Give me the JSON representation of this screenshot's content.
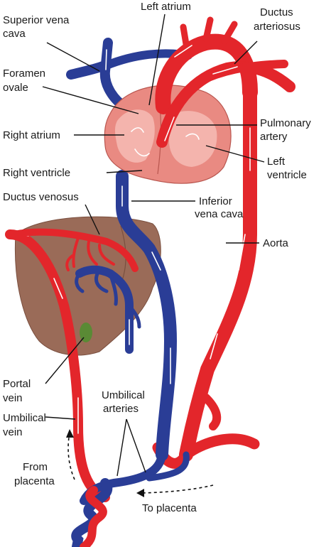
{
  "colors": {
    "artery": "#e3262b",
    "vein": "#2a3d96",
    "liver": "#9a6b58",
    "heart": "#e98a82",
    "heart_inner": "#f4b4ad",
    "gallbladder": "#5a8a35"
  },
  "labels": {
    "superior_vena_cava": [
      "Superior vena",
      "cava"
    ],
    "left_atrium": [
      "Left atrium"
    ],
    "ductus_arteriosus": [
      "Ductus",
      "arteriosus"
    ],
    "foramen_ovale": [
      "Foramen",
      "ovale"
    ],
    "pulmonary_artery": [
      "Pulmonary",
      "artery"
    ],
    "right_atrium": [
      "Right atrium"
    ],
    "left_ventricle": [
      "Left",
      "ventricle"
    ],
    "right_ventricle": [
      "Right ventricle"
    ],
    "ductus_venosus": [
      "Ductus venosus"
    ],
    "inferior_vena_cava": [
      "Inferior",
      "vena cava"
    ],
    "aorta": [
      "Aorta"
    ],
    "portal_vein": [
      "Portal",
      "vein"
    ],
    "umbilical_arteries": [
      "Umbilical",
      "arteries"
    ],
    "umbilical_vein": [
      "Umbilical",
      "vein"
    ],
    "from_placenta": [
      "From",
      "placenta"
    ],
    "to_placenta": [
      "To placenta"
    ]
  }
}
